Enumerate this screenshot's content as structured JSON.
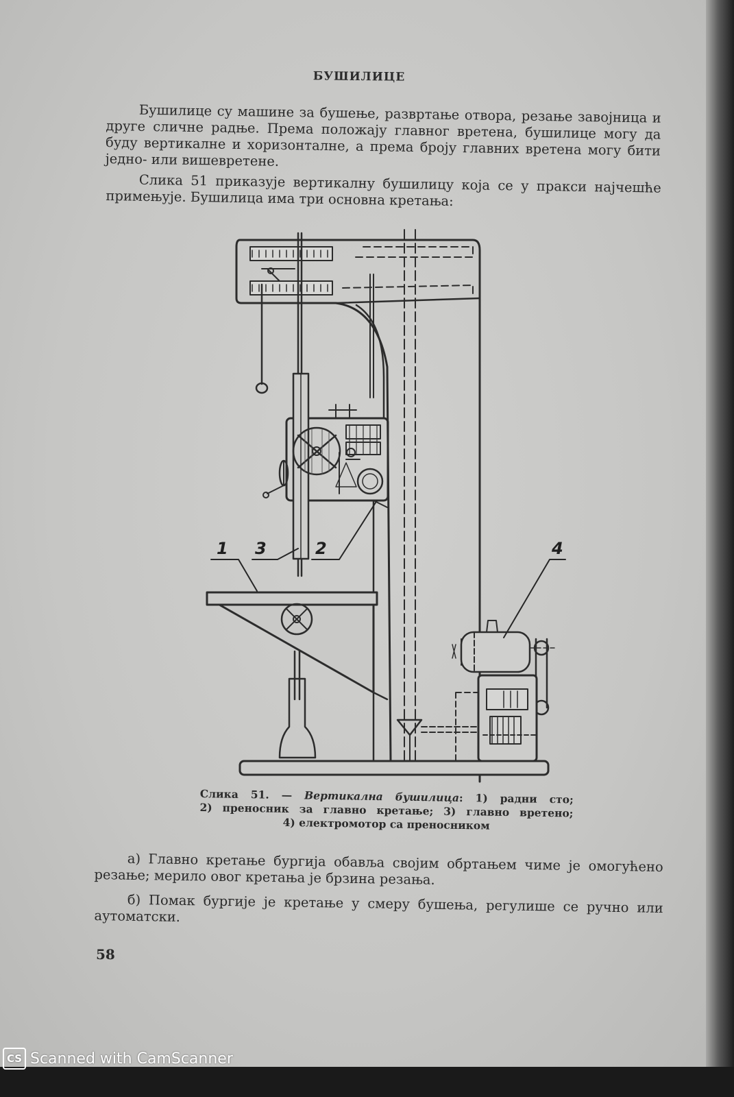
{
  "section_title": "БУШИЛИЦЕ",
  "paragraphs": {
    "intro": "Бушилице су машине за бушење, развртање отвора, резање завојница и друге сличне радње. Према положају главног вретена, бушилице могу да буду вертикалне и хоризонталне, а према броју главних вретена могу бити једно- или вишевретене.",
    "figure_reference": "Слика 51 приказује вертикалну бушилицу која се у пракси најчешће примењује. Бушилица има три основна кретања:",
    "item_a": "а) Главно кретање бургија обавља својим обртањем чиме је омогућено резање; мерило овог кретања је брзина резања.",
    "item_b": "б) Помак бургије је кретање у смеру бушења, регулише се ручно или аутоматски."
  },
  "figure": {
    "labels": [
      "1",
      "3",
      "2",
      "4"
    ],
    "caption": {
      "prefix": "Слика 51. —",
      "title": "Вертикална бушилица",
      "part1": ": 1) радни сто;",
      "part2": "2) преносник за главно кретање; 3) главно вретено;",
      "part3": "4) електромотор са преносником"
    }
  },
  "page_number": "58",
  "watermark": {
    "logo_text": "CS",
    "text": "Scanned with CamScanner"
  }
}
